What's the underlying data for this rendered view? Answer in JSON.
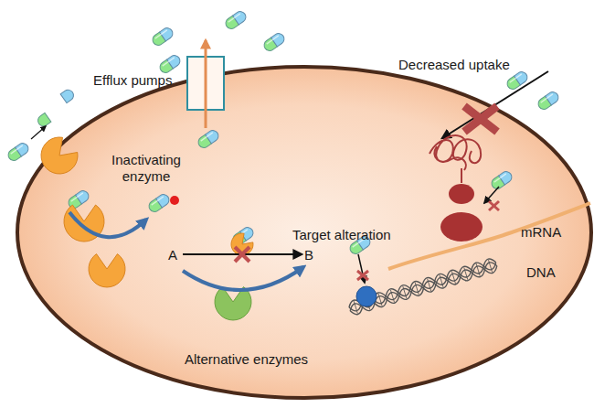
{
  "diagram": {
    "labels": [
      "Efflux pumps",
      "Decreased uptake",
      "Inactivating enzyme",
      "Target alteration",
      "A",
      "B",
      "mRNA",
      "DNA",
      "Alternative enzymes"
    ]
  }
}
